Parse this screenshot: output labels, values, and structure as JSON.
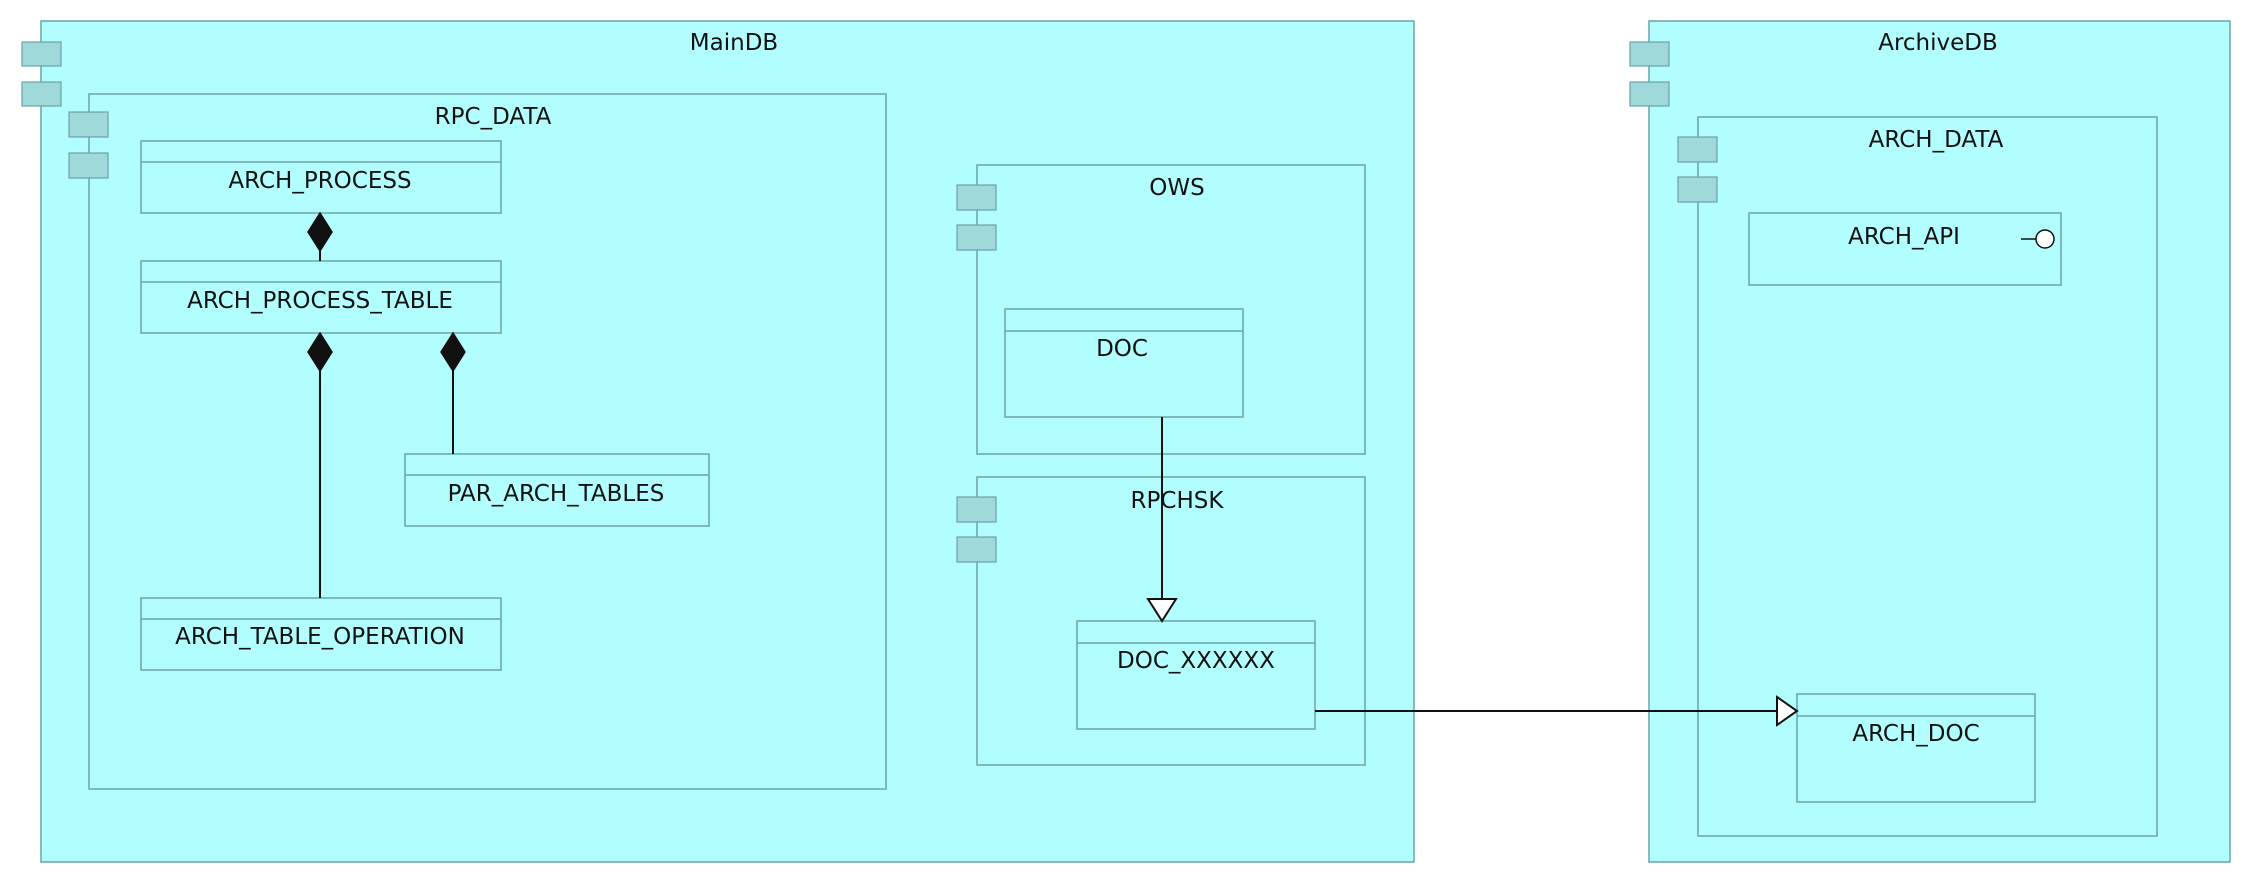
{
  "colors": {
    "node_fill": "#b2fefe",
    "node_border": "#6aa3a8",
    "port_fill": "#9fd9d9",
    "connector": "#111111"
  },
  "nodes": {
    "main_db": "MainDB",
    "archive_db": "ArchiveDB"
  },
  "components": {
    "rpc_data": "RPC_DATA",
    "ows": "OWS",
    "rpchsk": "RPCHSK",
    "arch_data": "ARCH_DATA"
  },
  "classes": {
    "arch_process": "ARCH_PROCESS",
    "arch_process_table": "ARCH_PROCESS_TABLE",
    "par_arch_tables": "PAR_ARCH_TABLES",
    "arch_table_operation": "ARCH_TABLE_OPERATION",
    "doc": "DOC",
    "doc_xxxxxx": "DOC_XXXXXX",
    "arch_api": "ARCH_API",
    "arch_doc": "ARCH_DOC"
  },
  "relations": [
    {
      "from": "ARCH_PROCESS",
      "to": "ARCH_PROCESS_TABLE",
      "type": "composition"
    },
    {
      "from": "ARCH_PROCESS_TABLE",
      "to": "ARCH_TABLE_OPERATION",
      "type": "composition"
    },
    {
      "from": "ARCH_PROCESS_TABLE",
      "to": "PAR_ARCH_TABLES",
      "type": "composition"
    },
    {
      "from": "DOC",
      "to": "DOC_XXXXXX",
      "type": "generalization"
    },
    {
      "from": "DOC_XXXXXX",
      "to": "ARCH_DOC",
      "type": "generalization"
    }
  ],
  "icons": {
    "arch_api": "lollipop-interface-icon",
    "ports": "component-port-icon"
  }
}
